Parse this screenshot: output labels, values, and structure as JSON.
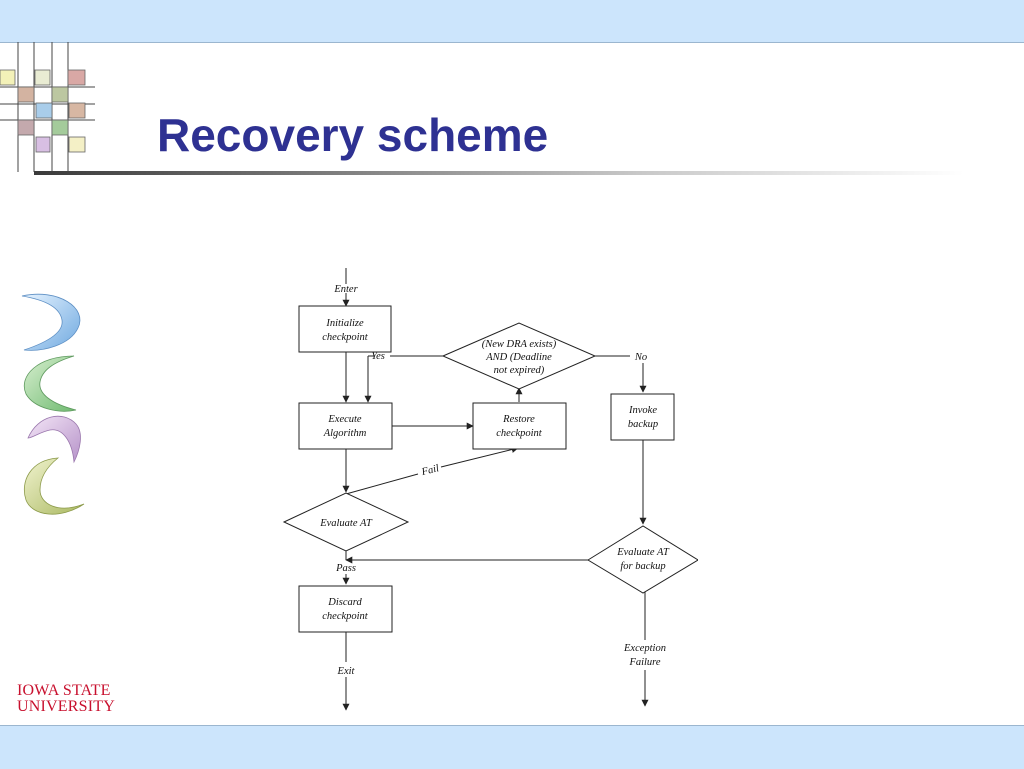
{
  "slide": {
    "title": "Recovery scheme",
    "logo": {
      "line1": "IOWA STATE",
      "line2": "UNIVERSITY"
    }
  },
  "diagram": {
    "nodes": {
      "enter": "Enter",
      "init": [
        "Initialize",
        "checkpoint"
      ],
      "exec": [
        "Execute",
        "Algorithm"
      ],
      "restore": [
        "Restore",
        "checkpoint"
      ],
      "decision": [
        "(New DRA exists)",
        "AND (Deadline",
        "not expired)"
      ],
      "invoke": [
        "Invoke",
        "backup"
      ],
      "evaluate": "Evaluate AT",
      "evaluate_backup": [
        "Evaluate AT",
        "for backup"
      ],
      "discard": [
        "Discard",
        "checkpoint"
      ],
      "exit": "Exit",
      "exception": [
        "Exception",
        "Failure"
      ]
    },
    "edge_labels": {
      "yes": "Yes",
      "no": "No",
      "fail": "Fail",
      "pass": "Pass"
    }
  },
  "colors": {
    "title": "#2e3192",
    "band": "#cce5fc",
    "logo": "#c8102e"
  }
}
